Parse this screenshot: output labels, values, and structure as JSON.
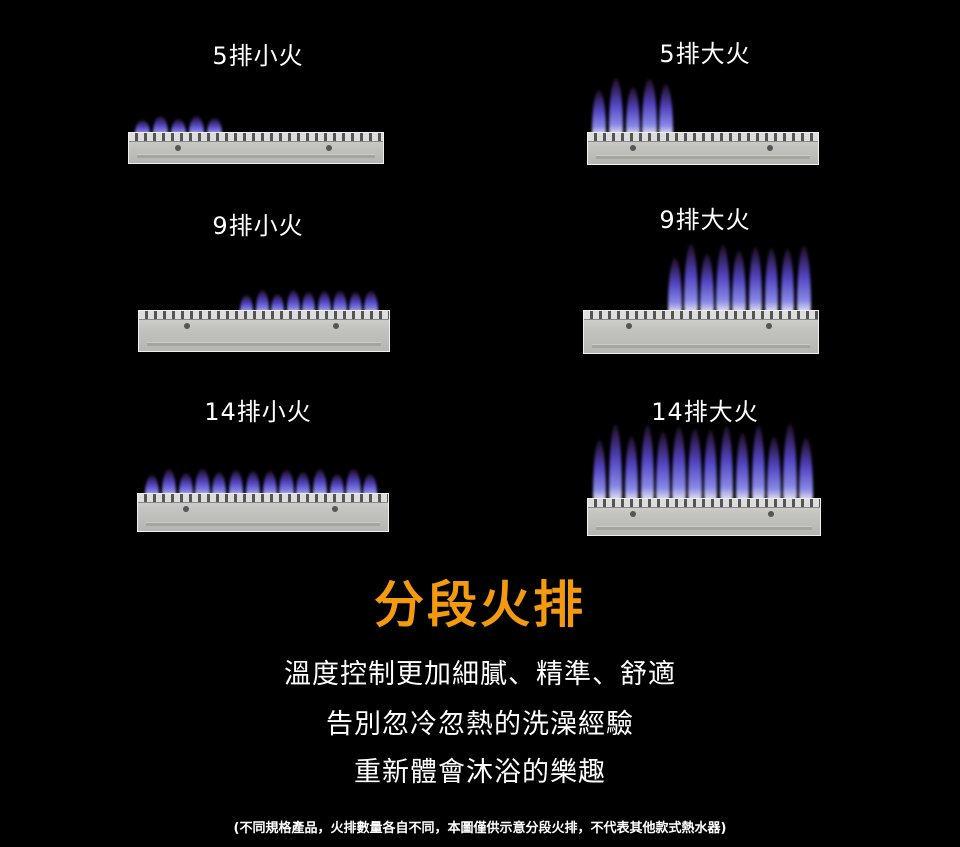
{
  "panels": [
    {
      "label": "5排小火"
    },
    {
      "label": "5排大火"
    },
    {
      "label": "9排小火"
    },
    {
      "label": "9排大火"
    },
    {
      "label": "14排小火"
    },
    {
      "label": "14排大火"
    }
  ],
  "title": "分段火排",
  "description": [
    "溫度控制更加細膩、精準、舒適",
    "告別忽冷忽熱的洗澡經驗",
    "重新體會沐浴的樂趣"
  ],
  "note": "(不同規格產品，火排數量各自不同，本圖僅供示意分段火排，不代表其他款式熱水器)",
  "colors": {
    "title": "#f39a0e",
    "flame": "#6e5aff"
  }
}
